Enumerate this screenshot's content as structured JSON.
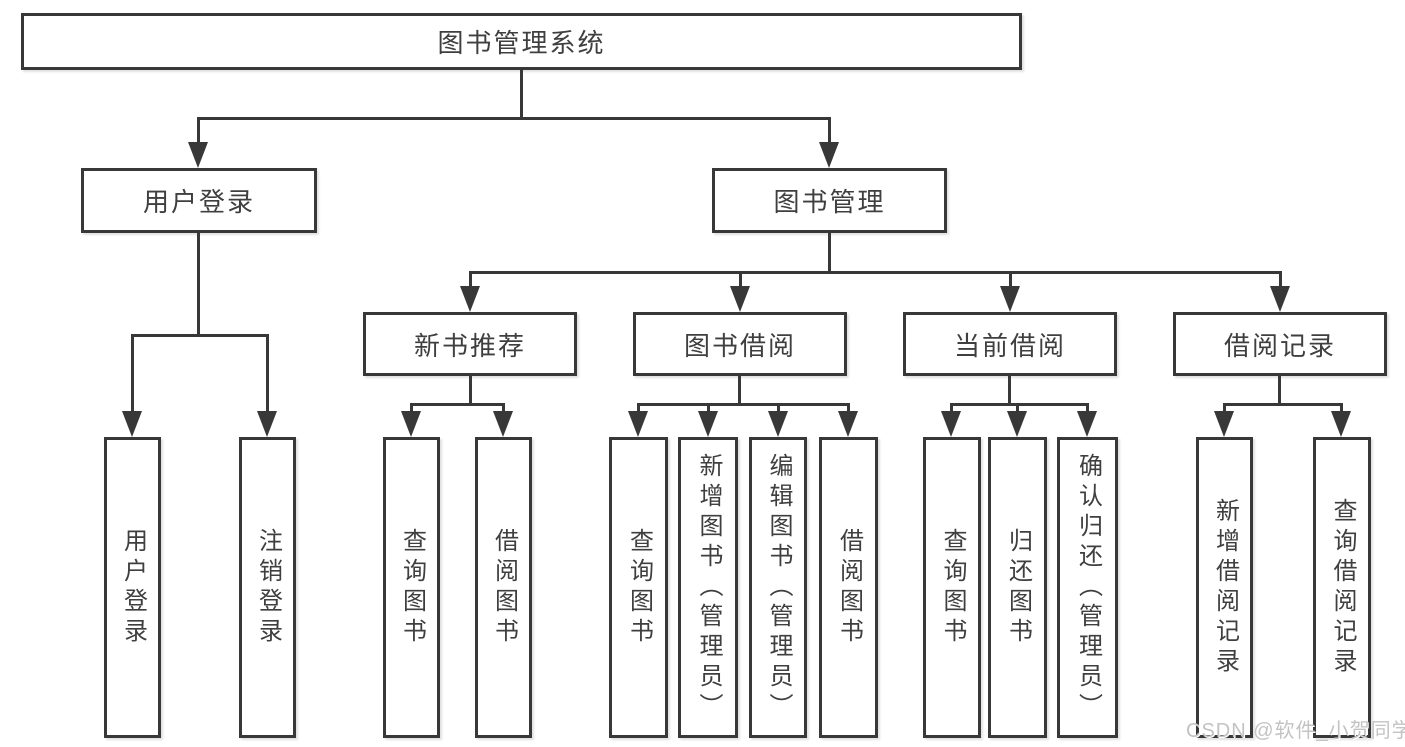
{
  "tree": {
    "label": "图书管理系统",
    "children": [
      {
        "label": "用户登录",
        "children": [
          {
            "label": "用户登录"
          },
          {
            "label": "注销登录"
          }
        ]
      },
      {
        "label": "图书管理",
        "children": [
          {
            "label": "新书推荐",
            "children": [
              {
                "label": "查询图书"
              },
              {
                "label": "借阅图书"
              }
            ]
          },
          {
            "label": "图书借阅",
            "children": [
              {
                "label": "查询图书"
              },
              {
                "label": "新增图书（管理员）"
              },
              {
                "label": "编辑图书（管理员）"
              },
              {
                "label": "借阅图书"
              }
            ]
          },
          {
            "label": "当前借阅",
            "children": [
              {
                "label": "查询图书"
              },
              {
                "label": "归还图书"
              },
              {
                "label": "确认归还（管理员）"
              }
            ]
          },
          {
            "label": "借阅记录",
            "children": [
              {
                "label": "新增借阅记录"
              },
              {
                "label": "查询借阅记录"
              }
            ]
          }
        ]
      }
    ]
  },
  "watermark": {
    "text": "CSDN @软件_小贺同学"
  },
  "colors": {
    "line": "#383838",
    "text": "#3f3f3f",
    "watermark": "#c3c3c3",
    "bg": "#ffffff"
  }
}
